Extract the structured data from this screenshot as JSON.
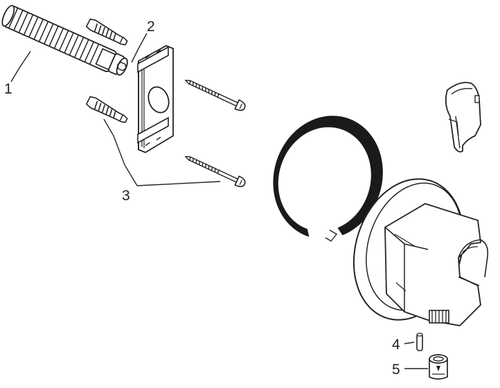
{
  "callouts": [
    {
      "id": "1",
      "label": "1"
    },
    {
      "id": "2",
      "label": "2"
    },
    {
      "id": "3",
      "label": "3"
    },
    {
      "id": "4",
      "label": "4"
    },
    {
      "id": "5",
      "label": "5"
    }
  ],
  "colors": {
    "line": "#222222",
    "ring": "#1a1a1a",
    "background": "#ffffff"
  }
}
